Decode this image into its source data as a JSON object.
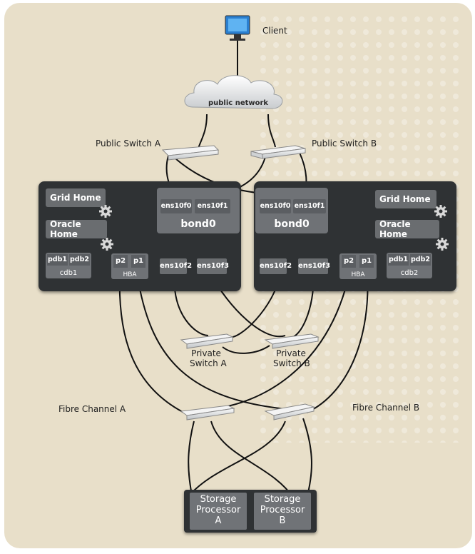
{
  "client": {
    "label": "Client"
  },
  "network": {
    "label": "public network"
  },
  "public_switches": {
    "a": "Public Switch A",
    "b": "Public Switch B"
  },
  "server1": {
    "grid_home": "Grid Home",
    "oracle_home": "Oracle Home",
    "nics": [
      "ens10f0",
      "ens10f1"
    ],
    "bond": "bond0",
    "cdb": {
      "pdbs": [
        "pdb1",
        "pdb2"
      ],
      "name": "cdb1"
    },
    "hba": {
      "ports": [
        "p2",
        "p1"
      ],
      "name": "HBA"
    },
    "private_ports": [
      "ens10f2",
      "ens10f3"
    ]
  },
  "server2": {
    "grid_home": "Grid Home",
    "oracle_home": "Oracle Home",
    "nics": [
      "ens10f0",
      "ens10f1"
    ],
    "bond": "bond0",
    "cdb": {
      "pdbs": [
        "pdb1",
        "pdb2"
      ],
      "name": "cdb2"
    },
    "hba": {
      "ports": [
        "p2",
        "p1"
      ],
      "name": "HBA"
    },
    "private_ports": [
      "ens10f2",
      "ens10f3"
    ]
  },
  "private_switches": {
    "a": {
      "line1": "Private",
      "line2": "Switch A"
    },
    "b": {
      "line1": "Private",
      "line2": "Switch B"
    }
  },
  "fibre_channels": {
    "a": "Fibre Channel A",
    "b": "Fibre Channel B"
  },
  "storage": {
    "a": {
      "line1": "Storage",
      "line2": "Processor",
      "line3": "A"
    },
    "b": {
      "line1": "Storage",
      "line2": "Processor",
      "line3": "B"
    }
  },
  "colors": {
    "background": "#e8dfc9",
    "node": "#2f3234",
    "chip": "#6a6d70",
    "link": "#111111"
  }
}
